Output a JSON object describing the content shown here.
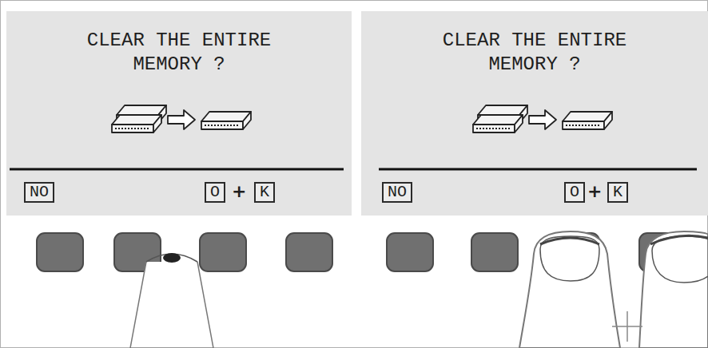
{
  "diagram": {
    "nodes": [
      {
        "text": [
          "CLEAR THE ENTIRE MEMORY ?"
        ]
      },
      {
        "text": [
          "NO"
        ],
        "in": 0
      },
      {
        "text": [
          "O"
        ],
        "in": 0
      },
      {
        "text": [
          "K"
        ],
        "in": 0
      },
      {
        "text": [
          "CLEAR THE ENTIRE MEMORY ?"
        ]
      },
      {
        "text": [
          "NO"
        ],
        "in": 4
      },
      {
        "text": [
          "O"
        ],
        "in": 4
      },
      {
        "text": [
          "K"
        ],
        "in": 4
      }
    ],
    "labels": [
      "+",
      "+"
    ]
  }
}
